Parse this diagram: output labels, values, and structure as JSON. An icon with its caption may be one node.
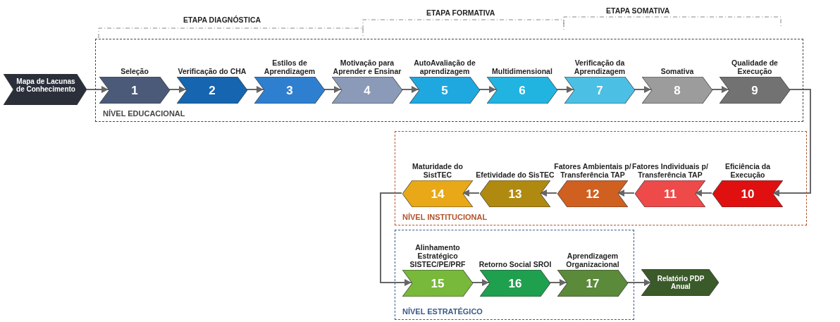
{
  "diagram": {
    "nodes": [
      {
        "text": [
          "Mapa de Lacunas de Conhecimento"
        ]
      },
      {
        "text": [
          "NÍVEL EDUCACIONAL"
        ]
      },
      {
        "text": [
          "Seleção",
          "1"
        ],
        "in": 1
      },
      {
        "text": [
          "Verificação do CHA",
          "2"
        ],
        "in": 1
      },
      {
        "text": [
          "Estilos de Aprendizagem",
          "3"
        ],
        "in": 1
      },
      {
        "text": [
          "Motivação para Aprender e Ensinar",
          "4"
        ],
        "in": 1
      },
      {
        "text": [
          "AutoAvaliação de aprendizagem",
          "5"
        ],
        "in": 1
      },
      {
        "text": [
          "Multidimensional",
          "6"
        ],
        "in": 1
      },
      {
        "text": [
          "Verificação da Aprendizagem",
          "7"
        ],
        "in": 1
      },
      {
        "text": [
          "Somativa",
          "8"
        ],
        "in": 1
      },
      {
        "text": [
          "Qualidade de Execução",
          "9"
        ],
        "in": 1
      },
      {
        "text": [
          "NÍVEL INSTITUCIONAL"
        ]
      },
      {
        "text": [
          "Eficiência da Execução",
          "10"
        ],
        "in": 11
      },
      {
        "text": [
          "Fatores Individuais p/ Transferência TAP",
          "11"
        ],
        "in": 11
      },
      {
        "text": [
          "Fatores Ambientais p/ Transferência TAP",
          "12"
        ],
        "in": 11
      },
      {
        "text": [
          "Efetividade do SisTEC",
          "13"
        ],
        "in": 11
      },
      {
        "text": [
          "Maturidade do SistTEC",
          "14"
        ],
        "in": 11
      },
      {
        "text": [
          "NÍVEL ESTRATÉGICO"
        ]
      },
      {
        "text": [
          "Alinhamento Estratégico SISTEC/PE/PRF",
          "15"
        ],
        "in": 17
      },
      {
        "text": [
          "Retorno Social SROI",
          "16"
        ],
        "in": 17
      },
      {
        "text": [
          "Aprendizagem Organizacional",
          "17"
        ],
        "in": 17
      },
      {
        "text": [
          "Relatório PDP Anual"
        ]
      }
    ],
    "edges": [
      {
        "from": 0,
        "to": 2,
        "arrow": "to"
      },
      {
        "from": 2,
        "to": 3,
        "arrow": "to"
      },
      {
        "from": 3,
        "to": 4,
        "arrow": "to"
      },
      {
        "from": 4,
        "to": 5,
        "arrow": "to"
      },
      {
        "from": 5,
        "to": 6,
        "arrow": "to"
      },
      {
        "from": 6,
        "to": 7,
        "arrow": "to"
      },
      {
        "from": 7,
        "to": 8,
        "arrow": "to"
      },
      {
        "from": 8,
        "to": 9,
        "arrow": "to"
      },
      {
        "from": 9,
        "to": 10,
        "arrow": "to"
      },
      {
        "from": 10,
        "to": 12,
        "arrow": "to"
      },
      {
        "from": 12,
        "to": 13,
        "arrow": "to"
      },
      {
        "from": 13,
        "to": 14,
        "arrow": "to"
      },
      {
        "from": 14,
        "to": 15,
        "arrow": "to"
      },
      {
        "from": 15,
        "to": 16,
        "arrow": "to"
      },
      {
        "from": 16,
        "to": 18,
        "arrow": "to"
      },
      {
        "from": 18,
        "to": 19,
        "arrow": "to"
      },
      {
        "from": 19,
        "to": 20,
        "arrow": "to"
      },
      {
        "from": 20,
        "to": 21,
        "arrow": "to"
      }
    ],
    "labels": [
      "ETAPA DIAGNÓSTICA",
      "ETAPA FORMATIVA",
      "ETAPA SOMATIVA"
    ]
  }
}
